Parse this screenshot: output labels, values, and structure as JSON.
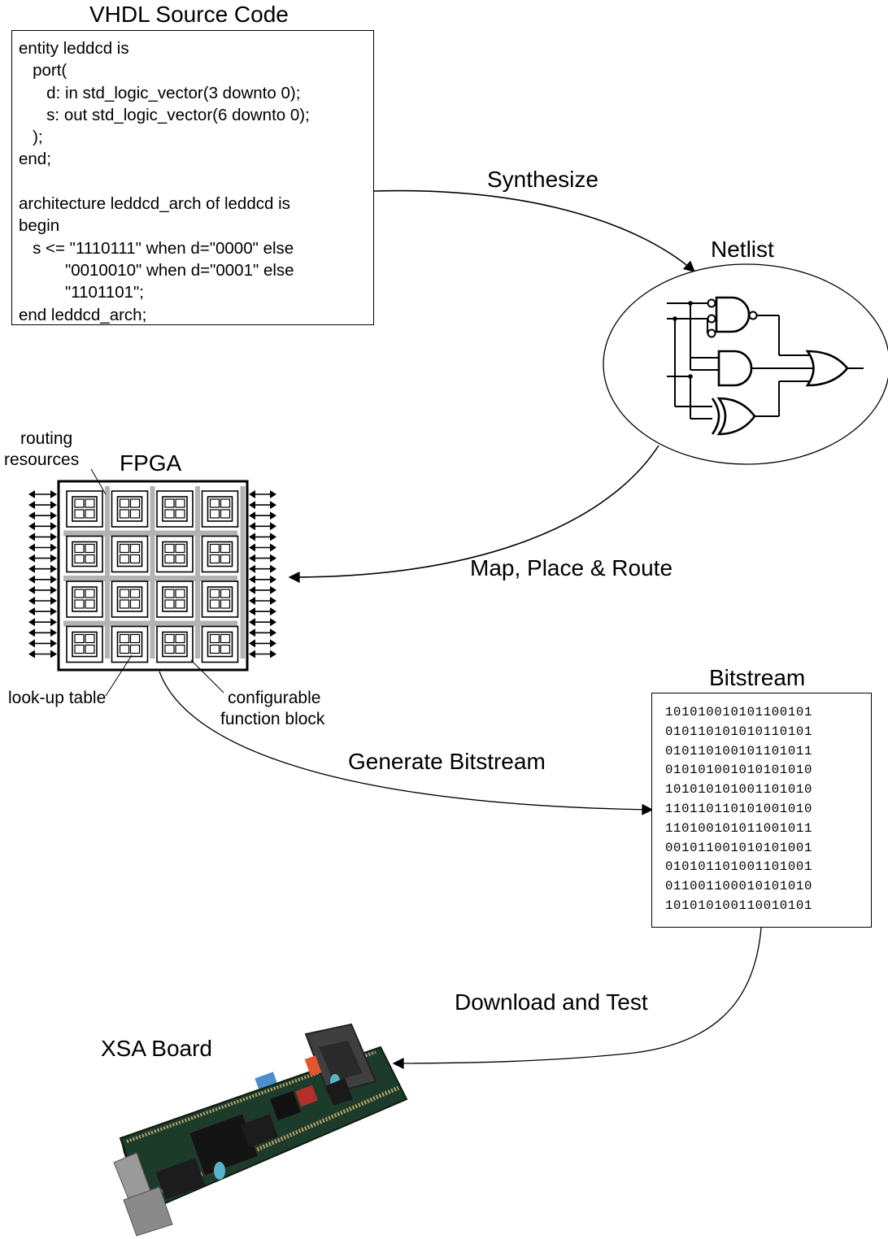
{
  "vhdl": {
    "title": "VHDL Source Code",
    "lines": [
      "entity leddcd is",
      "   port(",
      "      d: in std_logic_vector(3 downto 0);",
      "      s: out std_logic_vector(6 downto 0);",
      "   );",
      "end;",
      "",
      "architecture leddcd_arch of leddcd is",
      "begin",
      "   s <= \"1110111\" when d=\"0000\" else",
      "          \"0010010\" when d=\"0001\" else",
      "          \"1101101\";",
      "end leddcd_arch;"
    ]
  },
  "steps": {
    "synthesize": "Synthesize",
    "map_place_route": "Map, Place & Route",
    "generate_bitstream": "Generate Bitstream",
    "download_test": "Download and Test"
  },
  "netlist": {
    "title": "Netlist"
  },
  "fpga": {
    "title": "FPGA",
    "routing_label_1": "routing",
    "routing_label_2": "resources",
    "lut_label": "look-up table",
    "cfb_label_1": "configurable",
    "cfb_label_2": "function block"
  },
  "bitstream": {
    "title": "Bitstream",
    "lines": [
      "101010010101100101",
      "010110101010110101",
      "010110100101101011",
      "010101001010101010",
      "101010101001101010",
      "110110110101001010",
      "110100101011001011",
      "001011001010101001",
      "010101101001101001",
      "011001100010101010",
      "101010100110010101"
    ]
  },
  "board": {
    "title": "XSA Board"
  },
  "colors": {
    "line": "#000000",
    "routing": "#b3b3b3",
    "pcb": "#1d3b2a",
    "connector": "#4a4a4a"
  }
}
